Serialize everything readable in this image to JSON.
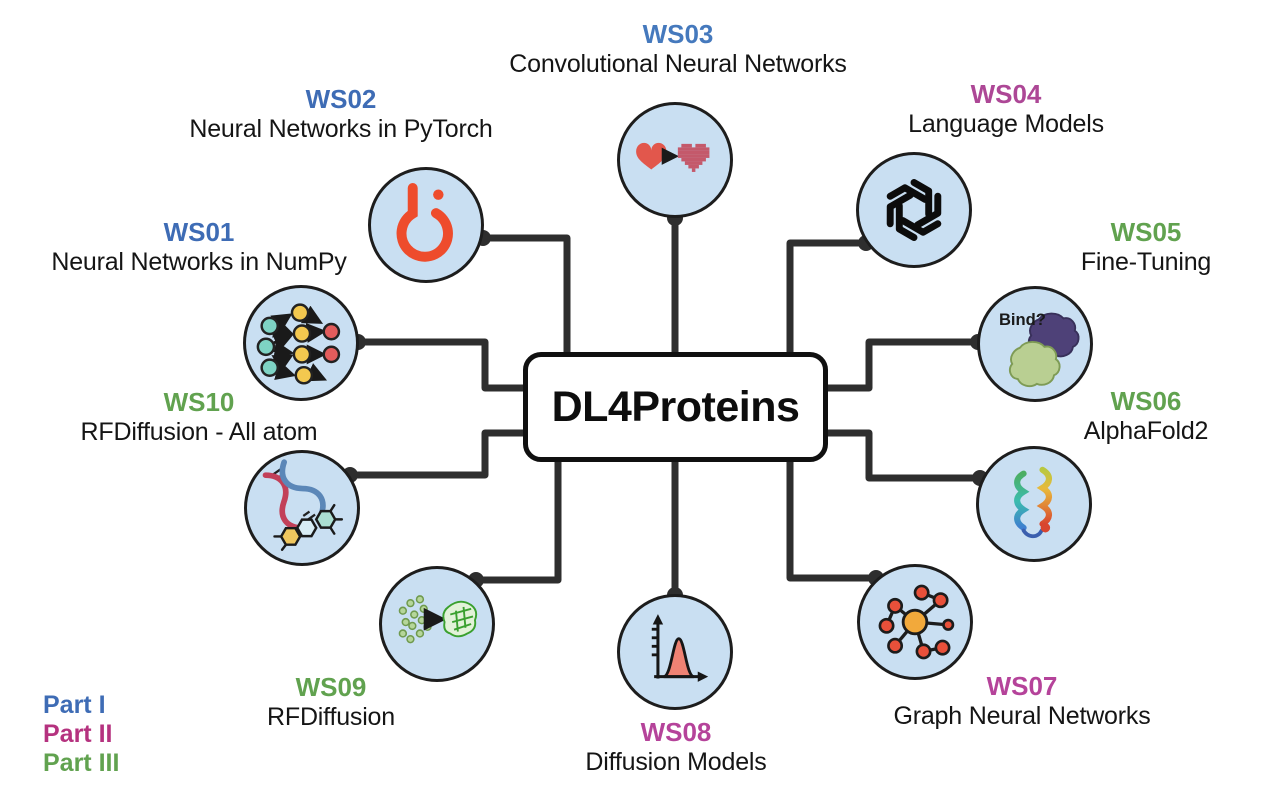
{
  "center": {
    "label": "DL4Proteins"
  },
  "workshops": [
    {
      "id": "WS01",
      "title": "Neural Networks in NumPy",
      "part": "Part I",
      "color": "#3e6cb5",
      "icon": "neural-network"
    },
    {
      "id": "WS02",
      "title": "Neural Networks in PyTorch",
      "part": "Part I",
      "color": "#3e6cb5",
      "icon": "pytorch-flame"
    },
    {
      "id": "WS03",
      "title": "Convolutional Neural Networks",
      "part": "Part I",
      "color": "#4579bd",
      "icon": "heart-to-pixel-heart"
    },
    {
      "id": "WS04",
      "title": "Language Models",
      "part": "Part II",
      "color": "#ad4796",
      "icon": "openai-logo"
    },
    {
      "id": "WS05",
      "title": "Fine-Tuning",
      "part": "Part III",
      "color": "#61a24f",
      "icon": "protein-binding",
      "icon_text": "Bind?"
    },
    {
      "id": "WS06",
      "title": "AlphaFold2",
      "part": "Part III",
      "color": "#61a24f",
      "icon": "protein-ribbon"
    },
    {
      "id": "WS07",
      "title": "Graph Neural Networks",
      "part": "Part II",
      "color": "#b5439a",
      "icon": "graph-network"
    },
    {
      "id": "WS08",
      "title": "Diffusion Models",
      "part": "Part II",
      "color": "#b5439a",
      "icon": "distribution-curve"
    },
    {
      "id": "WS09",
      "title": "RFDiffusion",
      "part": "Part III",
      "color": "#61a24f",
      "icon": "noise-to-protein"
    },
    {
      "id": "WS10",
      "title": "RFDiffusion - All atom",
      "part": "Part III",
      "color": "#61a24f",
      "icon": "dna-and-molecules"
    }
  ],
  "legend": {
    "items": [
      {
        "label": "Part I",
        "color": "#3e6cb5"
      },
      {
        "label": "Part II",
        "color": "#b5327f"
      },
      {
        "label": "Part III",
        "color": "#61a24f"
      }
    ]
  },
  "colors": {
    "node_fill": "#c9dff2",
    "node_border": "#1d1d1d",
    "connector": "#2e2e2e",
    "background": "#ffffff"
  }
}
